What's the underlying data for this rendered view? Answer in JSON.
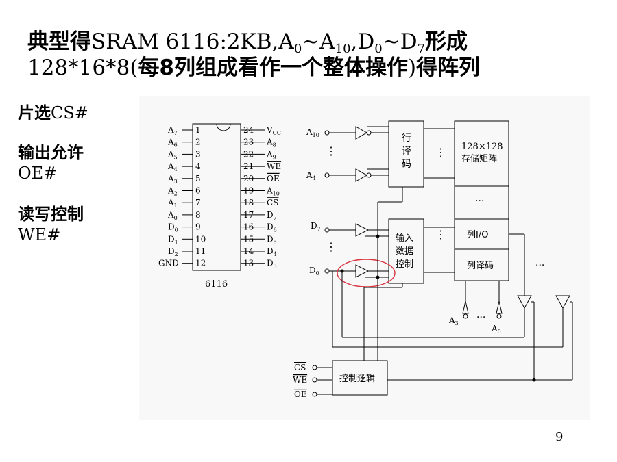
{
  "title": {
    "line1_cjk": "典型得",
    "line1_a": "SRAM 6116:2KB,A",
    "sub0": "0",
    "tilde1": "~A",
    "sub10": "10",
    "comma_d": ",D",
    "sub_d0": "0",
    "tilde2": "~D",
    "sub_d7": "7",
    "line1_cjk_end": "形成",
    "line2_a": "128*16*8(",
    "line2_cjk": "每8列组成看作一个整体操作",
    "line2_b": ")",
    "line2_cjk_end": "得阵列"
  },
  "side": {
    "cs_label": "片选",
    "cs_signal": "CS#",
    "oe_label": "输出允许",
    "oe_signal": "OE#",
    "we_label": "读写控制",
    "we_signal": "WE#"
  },
  "chip": {
    "name": "6116",
    "left_pins": [
      {
        "sig": "A",
        "sub": "7",
        "num": "1"
      },
      {
        "sig": "A",
        "sub": "6",
        "num": "2"
      },
      {
        "sig": "A",
        "sub": "5",
        "num": "3"
      },
      {
        "sig": "A",
        "sub": "4",
        "num": "4"
      },
      {
        "sig": "A",
        "sub": "3",
        "num": "5"
      },
      {
        "sig": "A",
        "sub": "2",
        "num": "6"
      },
      {
        "sig": "A",
        "sub": "1",
        "num": "7"
      },
      {
        "sig": "A",
        "sub": "0",
        "num": "8"
      },
      {
        "sig": "D",
        "sub": "0",
        "num": "9"
      },
      {
        "sig": "D",
        "sub": "1",
        "num": "10"
      },
      {
        "sig": "D",
        "sub": "2",
        "num": "11"
      },
      {
        "sig": "GND",
        "sub": "",
        "num": "12"
      }
    ],
    "right_pins": [
      {
        "num": "24",
        "sig": "V",
        "sub": "CC"
      },
      {
        "num": "23",
        "sig": "A",
        "sub": "8"
      },
      {
        "num": "22",
        "sig": "A",
        "sub": "9"
      },
      {
        "num": "21",
        "sig": "WE",
        "sub": ""
      },
      {
        "num": "20",
        "sig": "OE",
        "sub": ""
      },
      {
        "num": "19",
        "sig": "A",
        "sub": "10"
      },
      {
        "num": "18",
        "sig": "CS",
        "sub": ""
      },
      {
        "num": "17",
        "sig": "D",
        "sub": "7"
      },
      {
        "num": "16",
        "sig": "D",
        "sub": "6"
      },
      {
        "num": "15",
        "sig": "D",
        "sub": "5"
      },
      {
        "num": "14",
        "sig": "D",
        "sub": "4"
      },
      {
        "num": "13",
        "sig": "D",
        "sub": "3"
      }
    ]
  },
  "block": {
    "row_decoder": [
      "行",
      "译",
      "码"
    ],
    "matrix_line1": "128×128",
    "matrix_line2": "存储矩阵",
    "io_control": [
      "输入",
      "数据",
      "控制"
    ],
    "col_io": "列I/O",
    "col_decoder": "列译码",
    "control_logic": "控制逻辑",
    "in_a10": "A",
    "in_a10_sub": "10",
    "in_a4": "A",
    "in_a4_sub": "4",
    "in_d7": "D",
    "in_d7_sub": "7",
    "in_d0": "D",
    "in_d0_sub": "0",
    "in_a3": "A",
    "in_a3_sub": "3",
    "in_a0": "A",
    "in_a0_sub": "0",
    "ctrl_cs": "CS",
    "ctrl_we": "WE",
    "ctrl_oe": "OE",
    "ellipsis": "…",
    "vdots": "⋮",
    "dots": "···"
  },
  "page_number": "9"
}
